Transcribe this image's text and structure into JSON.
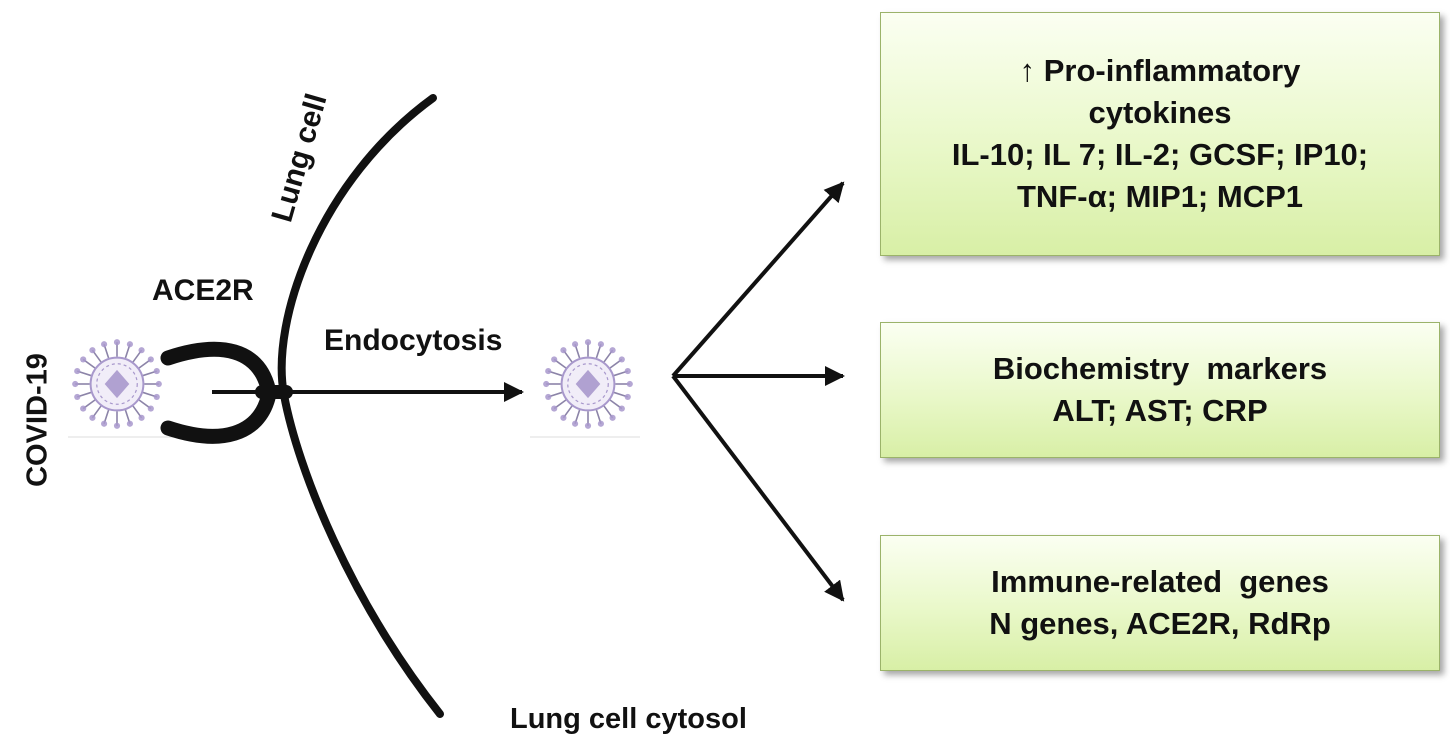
{
  "labels": {
    "covid": "COVID-19",
    "lung_cell": "Lung cell",
    "receptor": "ACE2R",
    "endocytosis": "Endocytosis",
    "cytosol": "Lung cell cytosol"
  },
  "outcomes": {
    "cytokines": {
      "title_1": "↑ Pro-inflammatory",
      "title_2": "cytokines",
      "items_1": "IL-10; IL 7; IL-2; GCSF; IP10;",
      "items_2": "TNF-α; MIP1; MCP1"
    },
    "biochemistry": {
      "title": "Biochemistry  markers",
      "items": "ALT; AST; CRP"
    },
    "genes": {
      "title": "Immune-related  genes",
      "items": "N genes, ACE2R, RdRp"
    }
  },
  "colors": {
    "box_fill_top": "#fbfff2",
    "box_fill_bottom": "#d8efa6",
    "box_border": "#9bb36a",
    "virus_purple": "#a898cc",
    "virus_spike": "#8c84a8",
    "line": "#111111"
  },
  "icons": {
    "virus": "coronavirus-icon",
    "receptor": "receptor-icon"
  }
}
